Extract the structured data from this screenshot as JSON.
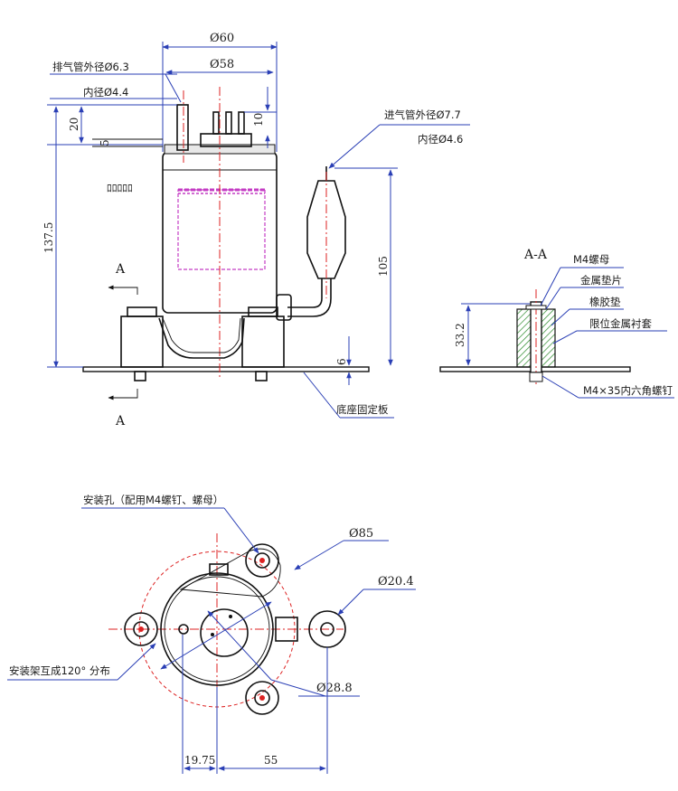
{
  "labels": {
    "dia60": "Ø60",
    "dia58": "Ø58",
    "exhaust_od": "排气管外径Ø6.3",
    "exhaust_id": "内径Ø4.4",
    "dim20": "20",
    "dim5": "5",
    "dim10": "10",
    "intake_od": "进气管外径Ø7.7",
    "intake_id": "内径Ø4.6",
    "dim137": "137.5",
    "dim105": "105",
    "dim6": "6",
    "sectionA_top": "A",
    "sectionA_bottom": "A",
    "base_plate": "底座固定板",
    "section_title": "A-A",
    "m4_nut": "M4螺母",
    "metal_washer": "金属垫片",
    "rubber_pad": "橡胶垫",
    "limit_sleeve": "限位金属衬套",
    "dim33": "33.2",
    "screw": "M4×35内六角螺钉",
    "mount_hole": "安装孔（配用M4螺钉、螺母）",
    "dia85": "Ø85",
    "dia20": "Ø20.4",
    "mount_120": "安装架互成120° 分布",
    "dia28": "Ø28.8",
    "dim1975": "19.75",
    "dim55": "55",
    "plate_text": "ﾛﾛﾛﾛﾛ"
  }
}
